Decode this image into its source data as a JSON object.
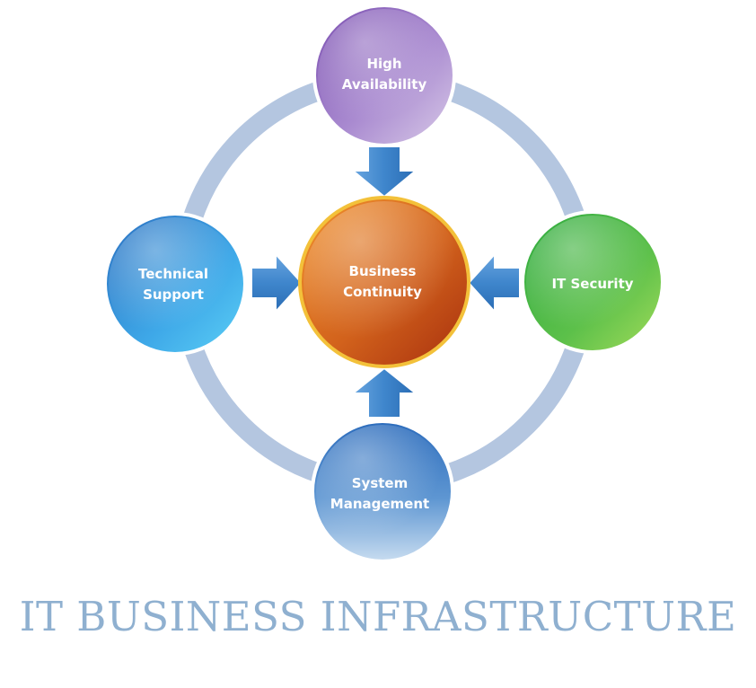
{
  "diagram": {
    "title": "IT BUSINESS INFRASTRUCTURE",
    "center": {
      "line1": "Business",
      "line2": "Continuity",
      "color": "#d2621c"
    },
    "nodes": {
      "top": {
        "line1": "High",
        "line2": "Availability",
        "color": "#9a6fbf"
      },
      "left": {
        "line1": "Technical",
        "line2": "Support",
        "color": "#3a9de0"
      },
      "right": {
        "line1": "IT Security",
        "color": "#5cc04a"
      },
      "bottom": {
        "line1": "System",
        "line2": "Management",
        "color": "#3f7ec4"
      }
    },
    "ring_color": "#b4c6e0",
    "arrow_color": "#4a8fd0",
    "title_color": "#8fb0d0"
  }
}
